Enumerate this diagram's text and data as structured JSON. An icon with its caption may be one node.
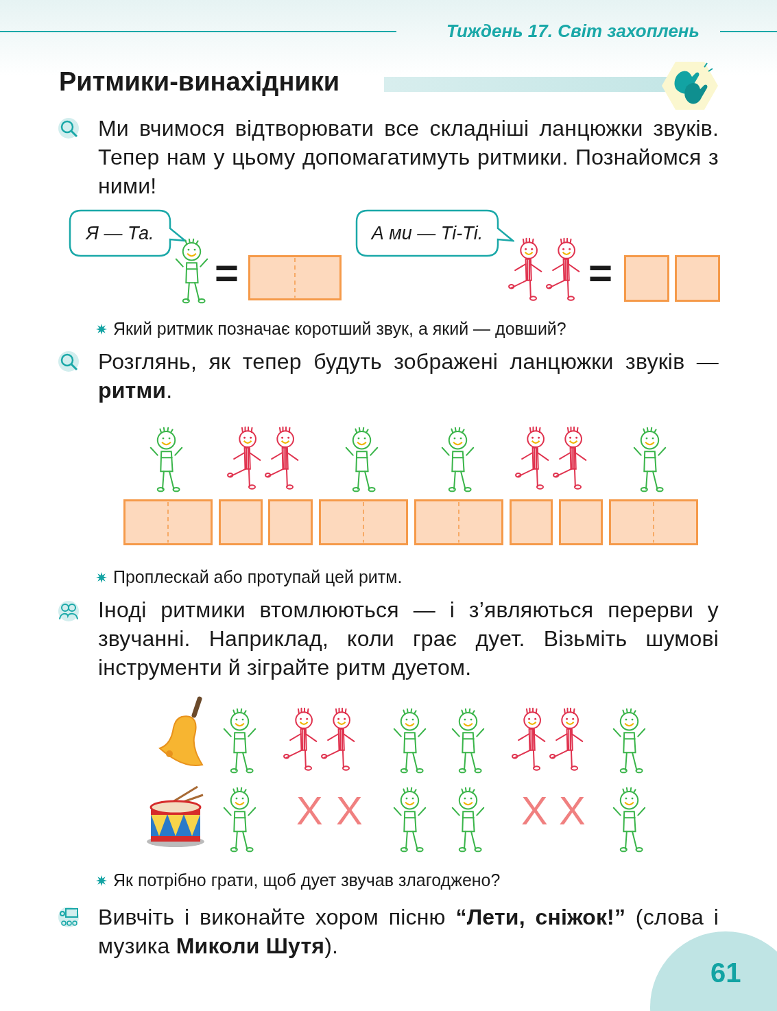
{
  "diagram": {
    "title": "Ритмики-винахідники",
    "nodes": [
      {
        "text": [
          "Я — Та."
        ]
      },
      {
        "text": [
          "А ми — Ті-Ті."
        ]
      }
    ],
    "edges": [],
    "labels": [
      "Тиждень 17. Світ захоплень",
      "Ми вчимося відтворювати все складніші ланцюжки звуків. Тепер нам у цьому допомагатимуть ритмики. Познайомся з ними!",
      "=",
      "=",
      "Який ритмик позначає коротший звук, а який — довший?",
      "Розглянь, як тепер будуть зображені ланцюжки звуків — **ритми**.",
      "Проплескай або протупай цей ритм.",
      "Іноді ритмики втомлюються — і з’являються перерви у звучанні. Наприклад, коли грає дует. Візьміть шумові інструменти й зіграйте ритм дуетом.",
      "X",
      "X",
      "X",
      "X",
      "Як потрібно грати, щоб дует звучав злагоджено?",
      "Вивчіть і виконайте хором пісню **“Лети, сніжок!”** (слова і музика **Миколи Шутя**).",
      "61"
    ]
  }
}
